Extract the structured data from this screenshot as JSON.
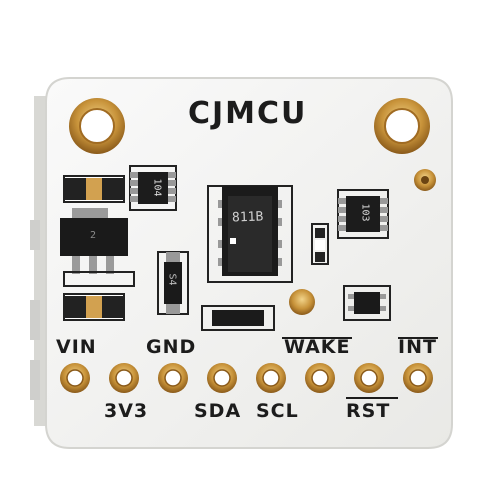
{
  "board": {
    "brand": "CJMCU",
    "pins_top": [
      "VIN",
      "GND",
      "WAKE",
      "INT"
    ],
    "pins_bottom": [
      "3V3",
      "SDA",
      "SCL",
      "RST"
    ],
    "resistor_array_left": "104",
    "resistor_array_right": "103",
    "sensor_marking": "811B",
    "diode_marking": "S4",
    "regulator_marking": "2"
  },
  "colors": {
    "pcb": "#f4f4f2",
    "gold": "#c8933a",
    "silk": "#1c1c1c"
  }
}
